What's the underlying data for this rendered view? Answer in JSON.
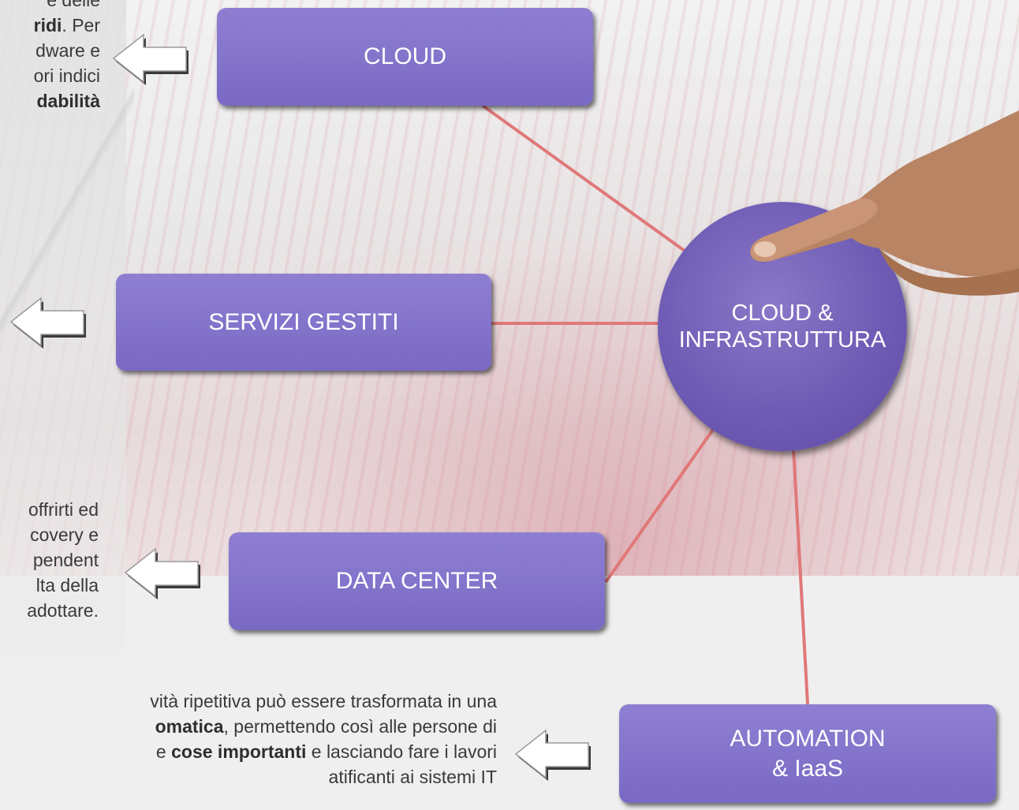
{
  "nodes": {
    "cloud": "CLOUD",
    "servizi": "SERVIZI GESTITI",
    "data_center": "DATA CENTER",
    "automation": "AUTOMATION\n& IaaS",
    "hub": "CLOUD &\nINFRASTRUTTURA"
  },
  "text_blocks": {
    "block1": {
      "lines": [
        {
          "pre": "e delle",
          "bold": "",
          "post": ""
        },
        {
          "pre": "",
          "bold": "ridi",
          "post": ". Per"
        },
        {
          "pre": "dware e",
          "bold": "",
          "post": ""
        },
        {
          "pre": "ori indici",
          "bold": "",
          "post": ""
        },
        {
          "pre": "",
          "bold": "dabilità",
          "post": ""
        }
      ]
    },
    "block2": {
      "lines": [
        {
          "pre": "offrirti ed",
          "bold": "",
          "post": ""
        },
        {
          "pre": "covery e",
          "bold": "",
          "post": ""
        },
        {
          "pre": "pendent",
          "bold": "",
          "post": ""
        },
        {
          "pre": "lta della",
          "bold": "",
          "post": ""
        },
        {
          "pre": "adottare.",
          "bold": "",
          "post": ""
        }
      ]
    },
    "block3": {
      "lines": [
        {
          "pre": "vità ripetitiva può essere trasformata in una",
          "bold": "",
          "post": ""
        },
        {
          "pre": "",
          "bold": "omatica",
          "post": ", permettendo così alle persone di"
        },
        {
          "pre": "e ",
          "bold": "cose importanti",
          "post": " e lasciando fare i lavori"
        },
        {
          "pre": "atificanti ai sistemi IT",
          "bold": "",
          "post": ""
        }
      ]
    }
  },
  "colors": {
    "box_fill": "#8a7bd0",
    "hub_fill": "#6f5cb5",
    "connector": "#e07878",
    "node_text": "#ffffff",
    "body_text": "#3a3a3a"
  },
  "icons": [
    "left-arrow-icon",
    "pointing-hand-icon"
  ]
}
